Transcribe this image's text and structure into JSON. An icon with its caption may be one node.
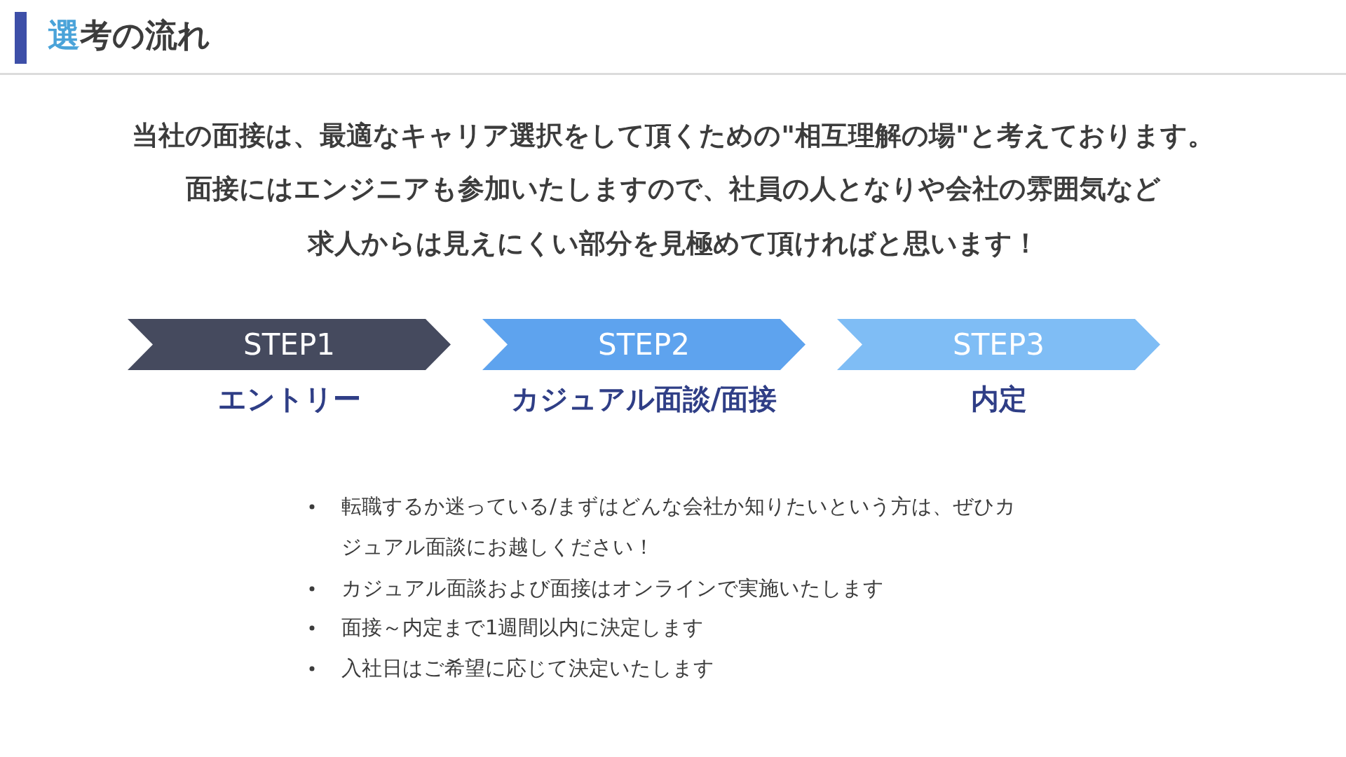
{
  "diagram": {
    "title": "選考の流れ",
    "nodes": [
      {
        "text": [
          "STEP1"
        ],
        "beside": [
          "エントリー"
        ]
      },
      {
        "text": [
          "STEP2"
        ],
        "beside": [
          "カジュアル面談/面接"
        ]
      },
      {
        "text": [
          "STEP3"
        ],
        "beside": [
          "内定"
        ]
      }
    ],
    "labels": [
      "当社の面接は、最適なキャリア選択をして頂くための\"相互理解の場\"と考えております。",
      "面接にはエンジニアも参加いたしますので、社員の人となりや会社の雰囲気など",
      "求人からは見えにくい部分を見極めて頂ければと思います！",
      "転職するか迷っている/まずはどんな会社か知りたいという方は、ぜひカジュアル面談にお越しください！",
      "カジュアル面談および面接はオンラインで実施いたします",
      "面接～内定まで1週間以内に決定します",
      "入社日はご希望に応じて決定いたします"
    ]
  }
}
